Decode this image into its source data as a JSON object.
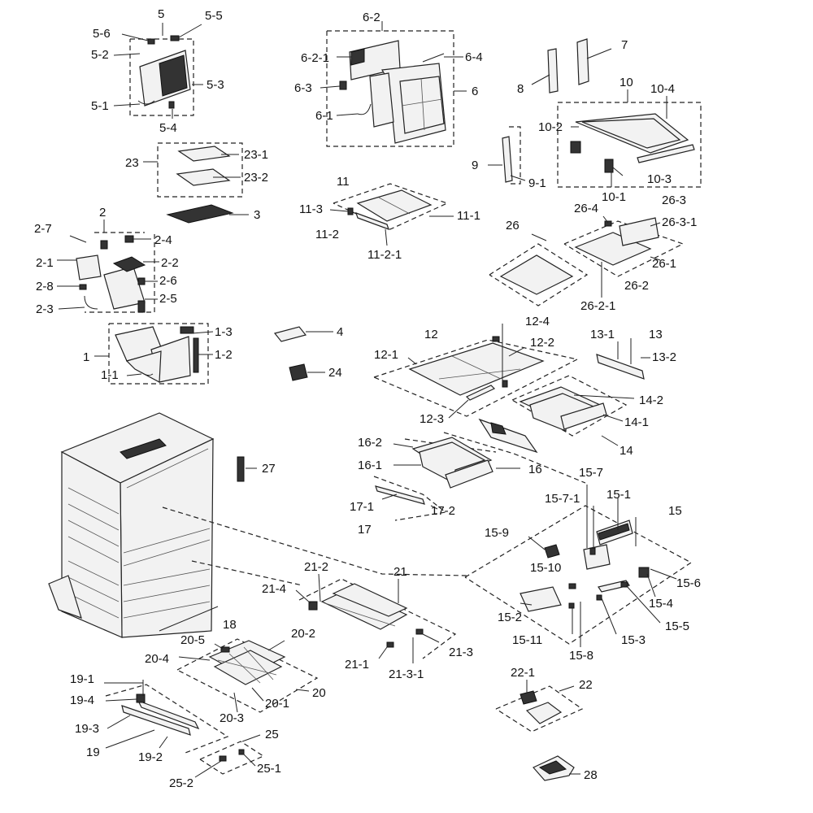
{
  "labels": {
    "l5": "5",
    "l5_5": "5-5",
    "l5_6": "5-6",
    "l5_2": "5-2",
    "l5_3": "5-3",
    "l5_1": "5-1",
    "l5_4": "5-4",
    "l6_2": "6-2",
    "l6_2_1": "6-2-1",
    "l6_4": "6-4",
    "l6_3": "6-3",
    "l6": "6",
    "l6_1": "6-1",
    "l7": "7",
    "l8": "8",
    "l10": "10",
    "l10_4": "10-4",
    "l10_2": "10-2",
    "l10_3": "10-3",
    "l10_1": "10-1",
    "l9": "9",
    "l9_1": "9-1",
    "l23": "23",
    "l23_1": "23-1",
    "l23_2": "23-2",
    "l3": "3",
    "l11": "11",
    "l11_3": "11-3",
    "l11_1": "11-1",
    "l11_2": "11-2",
    "l11_2_1": "11-2-1",
    "l26": "26",
    "l26_4": "26-4",
    "l26_3": "26-3",
    "l26_3_1": "26-3-1",
    "l26_1": "26-1",
    "l26_2": "26-2",
    "l26_2_1": "26-2-1",
    "l2": "2",
    "l2_7": "2-7",
    "l2_4": "2-4",
    "l2_1": "2-1",
    "l2_2": "2-2",
    "l2_8": "2-8",
    "l2_6": "2-6",
    "l2_5": "2-5",
    "l2_3": "2-3",
    "l1": "1",
    "l1_3": "1-3",
    "l1_2": "1-2",
    "l1_1": "1-1",
    "l4": "4",
    "l24": "24",
    "l12": "12",
    "l12_4": "12-4",
    "l12_1": "12-1",
    "l12_2": "12-2",
    "l12_3": "12-3",
    "l13": "13",
    "l13_1": "13-1",
    "l13_2": "13-2",
    "l14": "14",
    "l14_1": "14-1",
    "l14_2": "14-2",
    "l16": "16",
    "l16_1": "16-1",
    "l16_2": "16-2",
    "l17": "17",
    "l17_1": "17-1",
    "l17_2": "17-2",
    "l27": "27",
    "l15": "15",
    "l15_1": "15-1",
    "l15_7": "15-7",
    "l15_7_1": "15-7-1",
    "l15_9": "15-9",
    "l15_10": "15-10",
    "l15_6": "15-6",
    "l15_4": "15-4",
    "l15_2": "15-2",
    "l15_5": "15-5",
    "l15_11": "15-11",
    "l15_3": "15-3",
    "l15_8": "15-8",
    "l21": "21",
    "l21_2": "21-2",
    "l21_4": "21-4",
    "l21_1": "21-1",
    "l21_3": "21-3",
    "l21_3_1": "21-3-1",
    "l18": "18",
    "l20": "20",
    "l20_5": "20-5",
    "l20_2": "20-2",
    "l20_4": "20-4",
    "l20_1": "20-1",
    "l20_3": "20-3",
    "l19": "19",
    "l19_1": "19-1",
    "l19_4": "19-4",
    "l19_3": "19-3",
    "l19_2": "19-2",
    "l25": "25",
    "l25_1": "25-1",
    "l25_2": "25-2",
    "l22": "22",
    "l22_1": "22-1",
    "l28": "28"
  }
}
